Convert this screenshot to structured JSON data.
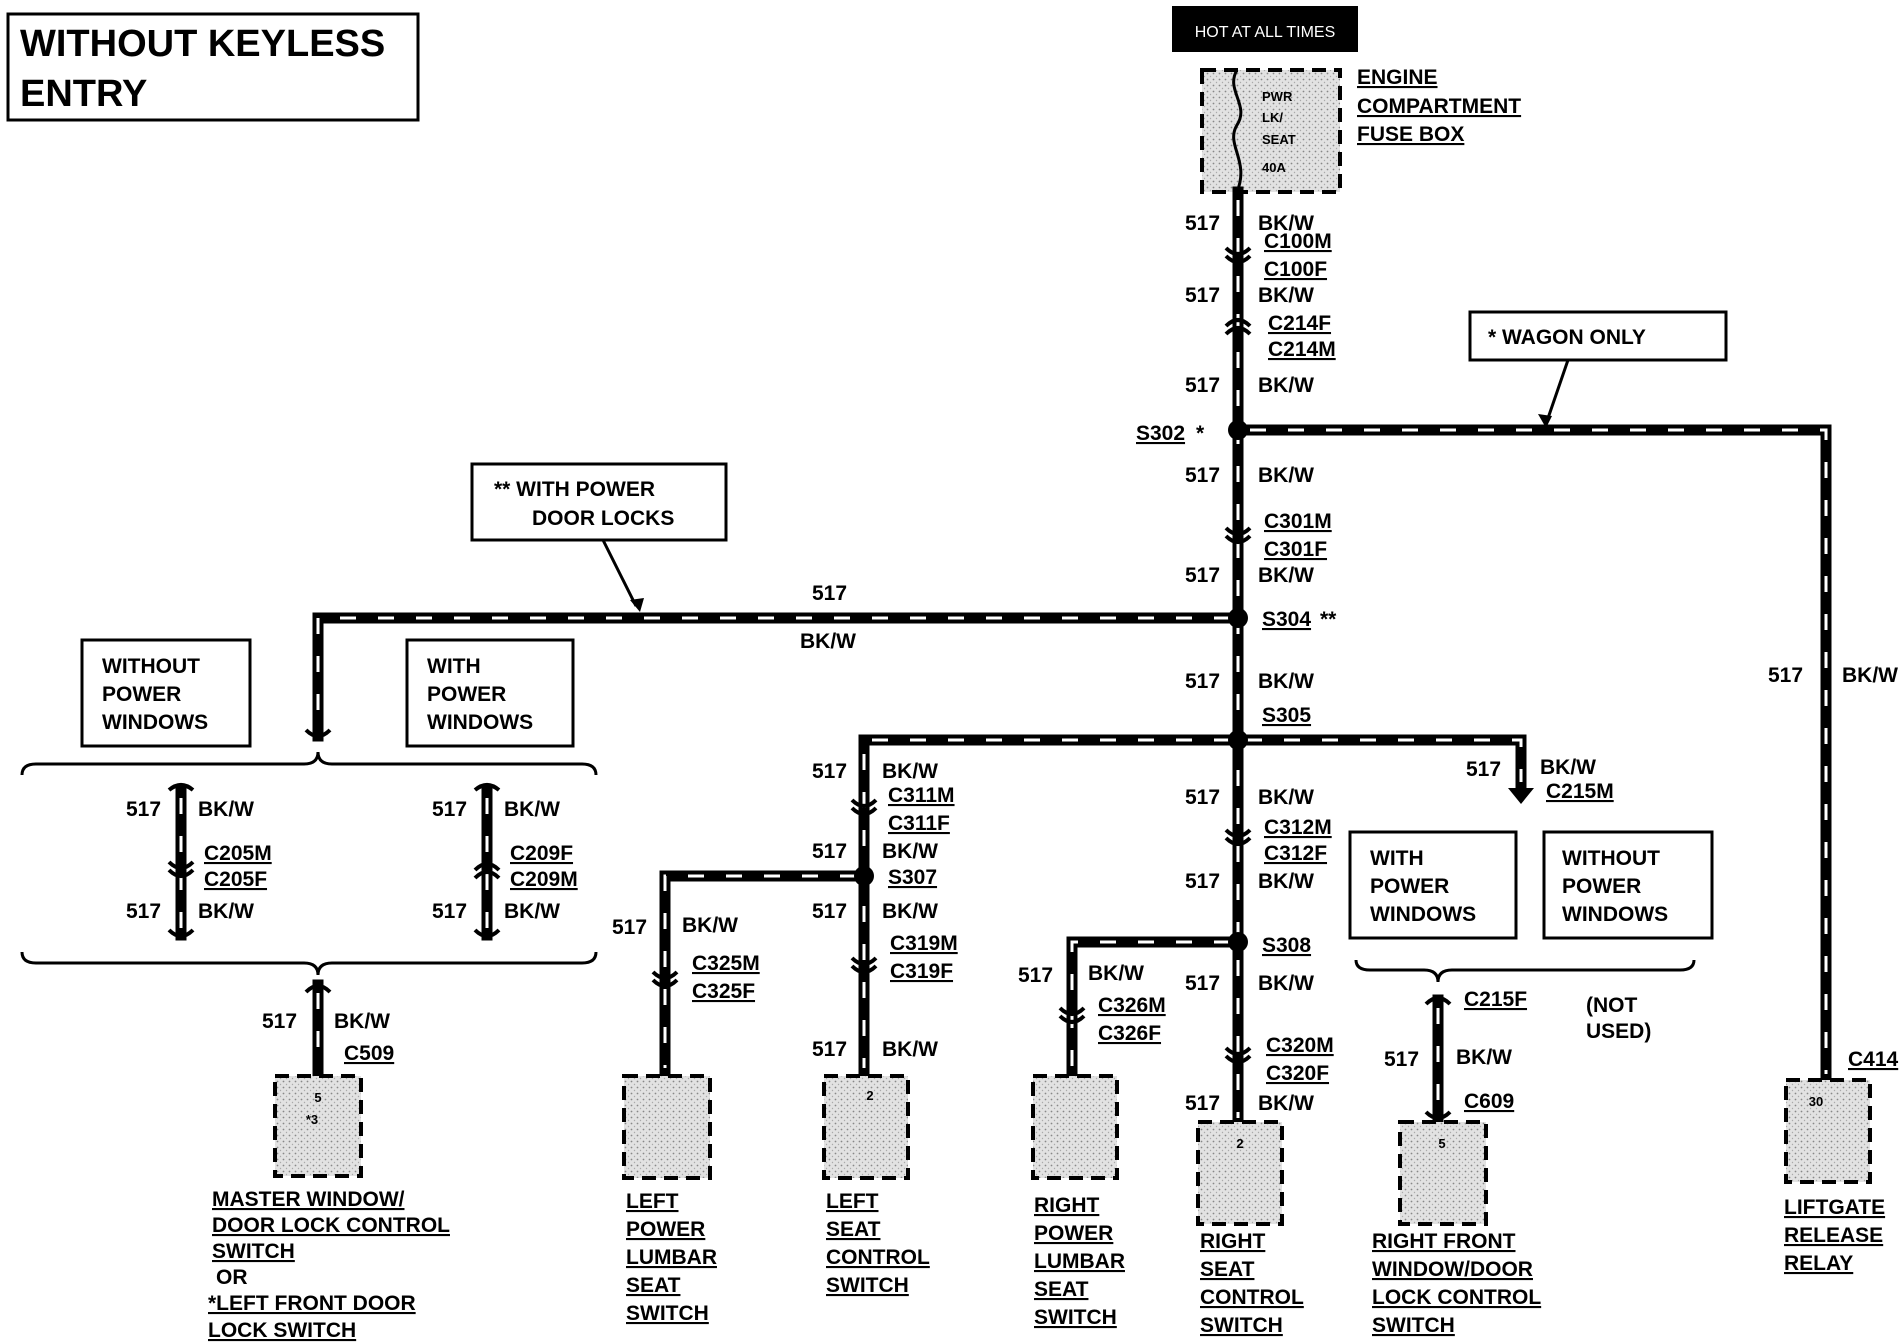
{
  "title": {
    "line1": "WITHOUT KEYLESS",
    "line2": "ENTRY"
  },
  "power": {
    "hot_label": "HOT AT ALL TIMES",
    "fuse_lines": [
      "PWR",
      "LK/",
      "SEAT",
      "40A"
    ],
    "fuse_box_name": [
      "ENGINE",
      "COMPARTMENT",
      "FUSE BOX"
    ]
  },
  "wires": {
    "circuit": "517",
    "color": "BK/W"
  },
  "notes": {
    "wagon_only": "* WAGON ONLY",
    "door_locks": [
      "**  WITH POWER",
      "DOOR LOCKS"
    ]
  },
  "options": {
    "without_pw": [
      "WITHOUT",
      "POWER",
      "WINDOWS"
    ],
    "with_pw": [
      "WITH",
      "POWER",
      "WINDOWS"
    ],
    "not_used": [
      "(NOT",
      "USED)"
    ]
  },
  "splices": {
    "s302": "S302",
    "s302_mark": "*",
    "s304": "S304",
    "s304_mark": "**",
    "s305": "S305",
    "s307": "S307",
    "s308": "S308"
  },
  "connectors": {
    "c100m": "C100M",
    "c100f": "C100F",
    "c214f": "C214F",
    "c214m": "C214M",
    "c301m": "C301M",
    "c301f": "C301F",
    "c311m": "C311M",
    "c311f": "C311F",
    "c312m": "C312M",
    "c312f": "C312F",
    "c319m": "C319M",
    "c319f": "C319F",
    "c320m": "C320M",
    "c320f": "C320F",
    "c325m": "C325M",
    "c325f": "C325F",
    "c326m": "C326M",
    "c326f": "C326F",
    "c205m": "C205M",
    "c205f": "C205F",
    "c209f": "C209F",
    "c209m": "C209M",
    "c215m": "C215M",
    "c215f": "C215F",
    "c509": "C509",
    "c609": "C609",
    "c414": "C414"
  },
  "components": {
    "master": {
      "pins": [
        "5",
        "*3"
      ],
      "name": [
        "MASTER WINDOW/",
        "DOOR LOCK CONTROL",
        "SWITCH",
        "OR",
        "*LEFT FRONT DOOR",
        "LOCK SWITCH"
      ]
    },
    "left_lumbar": {
      "name": [
        "LEFT",
        "POWER",
        "LUMBAR",
        "SEAT",
        "SWITCH"
      ]
    },
    "left_seat": {
      "pin": "2",
      "name": [
        "LEFT",
        "SEAT",
        "CONTROL",
        "SWITCH"
      ]
    },
    "right_lumbar": {
      "name": [
        "RIGHT",
        "POWER",
        "LUMBAR",
        "SEAT",
        "SWITCH"
      ]
    },
    "right_seat": {
      "pin": "2",
      "name": [
        "RIGHT",
        "SEAT",
        "CONTROL",
        "SWITCH"
      ]
    },
    "right_front": {
      "pin": "5",
      "name": [
        "RIGHT FRONT",
        "WINDOW/DOOR",
        "LOCK CONTROL",
        "SWITCH"
      ]
    },
    "liftgate": {
      "pin": "30",
      "name": [
        "LIFTGATE",
        "RELEASE",
        "RELAY"
      ]
    }
  }
}
